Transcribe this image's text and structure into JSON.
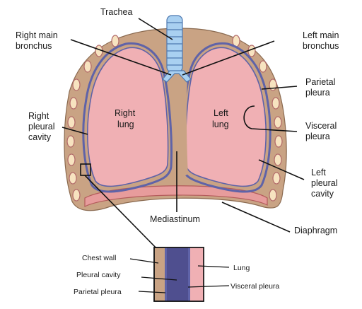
{
  "colors": {
    "chest_wall": "#c9a384",
    "lung": "#f0b0b4",
    "pleura": "#5f63a8",
    "pleural_cavity": "#4f4f8f",
    "rib": "#f7e3c0",
    "trachea": "#a9d0f1"
  },
  "labels": {
    "trachea": "Trachea",
    "right_main_bronchus": [
      "Right main",
      "bronchus"
    ],
    "left_main_bronchus": [
      "Left main",
      "bronchus"
    ],
    "parietal_pleura": [
      "Parietal",
      "pleura"
    ],
    "visceral_pleura": [
      "Visceral",
      "pleura"
    ],
    "right_pleural_cavity": [
      "Right",
      "pleural",
      "cavity"
    ],
    "left_pleural_cavity": [
      "Left",
      "pleural",
      "cavity"
    ],
    "right_lung": [
      "Right",
      "lung"
    ],
    "left_lung": [
      "Left",
      "lung"
    ],
    "mediastinum": "Mediastinum",
    "diaphragm": "Diaphragm"
  },
  "inset_labels": {
    "chest_wall": "Chest wall",
    "pleural_cavity": "Pleural cavity",
    "parietal_pleura": "Parietal pleura",
    "lung": "Lung",
    "visceral_pleura": "Visceral pleura"
  }
}
